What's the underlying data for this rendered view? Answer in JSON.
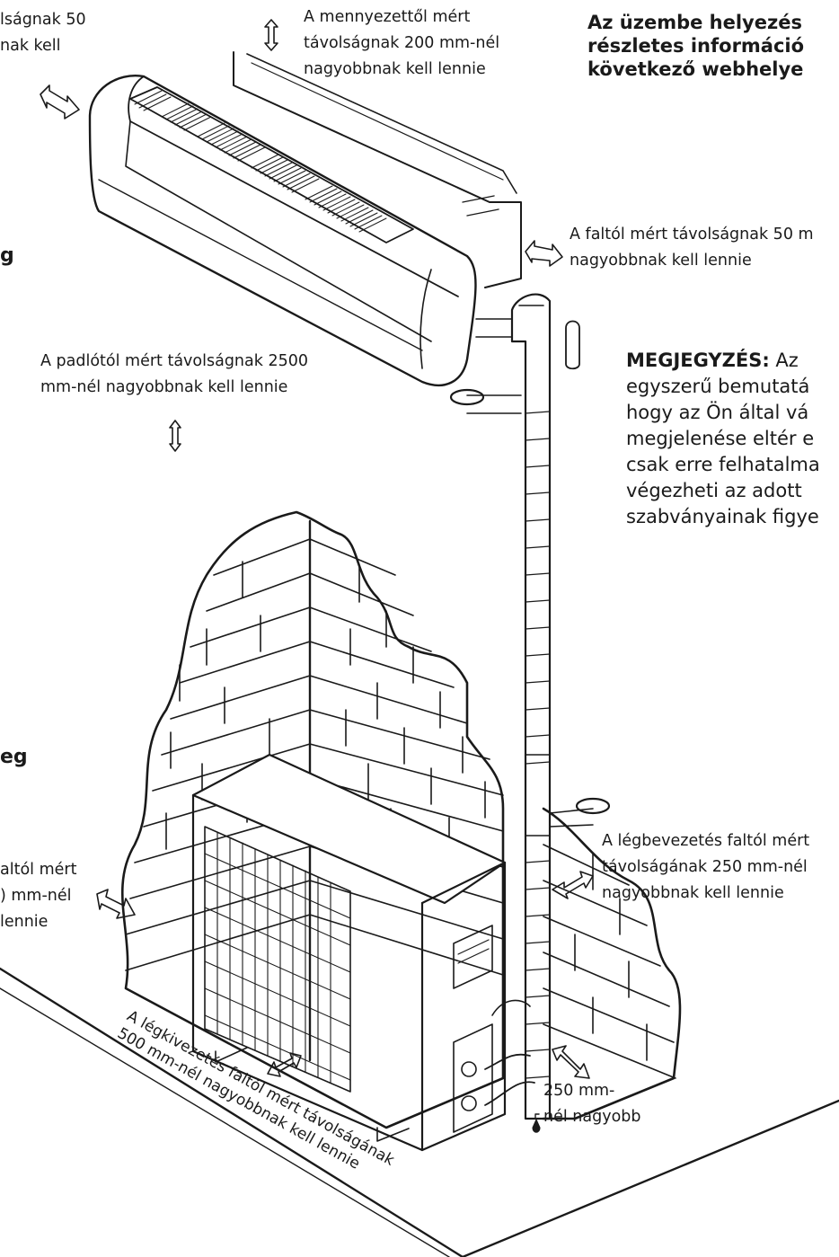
{
  "labels": {
    "top_left_partial": [
      "lságnak 50",
      "nak kell"
    ],
    "ceiling": [
      "A mennyezettől mért",
      "távolságnak 200 mm-nél",
      "nagyobbnak kell lennie"
    ],
    "wall_right": [
      "A faltól mért távolságnak 50 m",
      "nagyobbnak kell lennie"
    ],
    "floor": [
      "A padlótól mért távolságnak 2500",
      "mm-nél nagyobbnak kell lennie"
    ],
    "left_fragment_1": "g",
    "left_fragment_2": "eg",
    "left_outdoor_partial": [
      "altól mért",
      ") mm-nél",
      "lennie"
    ],
    "air_inlet": [
      "A légbevezetés faltól mért",
      "távolságának 250 mm-nél",
      "nagyobbnak kell lennie"
    ],
    "bottom_right": [
      "250 mm-",
      "nél nagyobb"
    ],
    "air_outlet": [
      "A légkivezetés faltól mért távolságának",
      "500 mm-nél nagyobbnak kell lennie"
    ]
  },
  "heading": [
    "Az üzembe helyezés",
    "részletes információ",
    "következő webhelye"
  ],
  "note": {
    "title": "MEGJEGYZÉS:",
    "first_line_rest": " Az",
    "lines": [
      "egyszerű bemutatá",
      "hogy az Ön által vá",
      "megjelenése eltér e",
      "csak erre felhatalma",
      "végezheti az adott",
      "szabványainak figye"
    ]
  }
}
